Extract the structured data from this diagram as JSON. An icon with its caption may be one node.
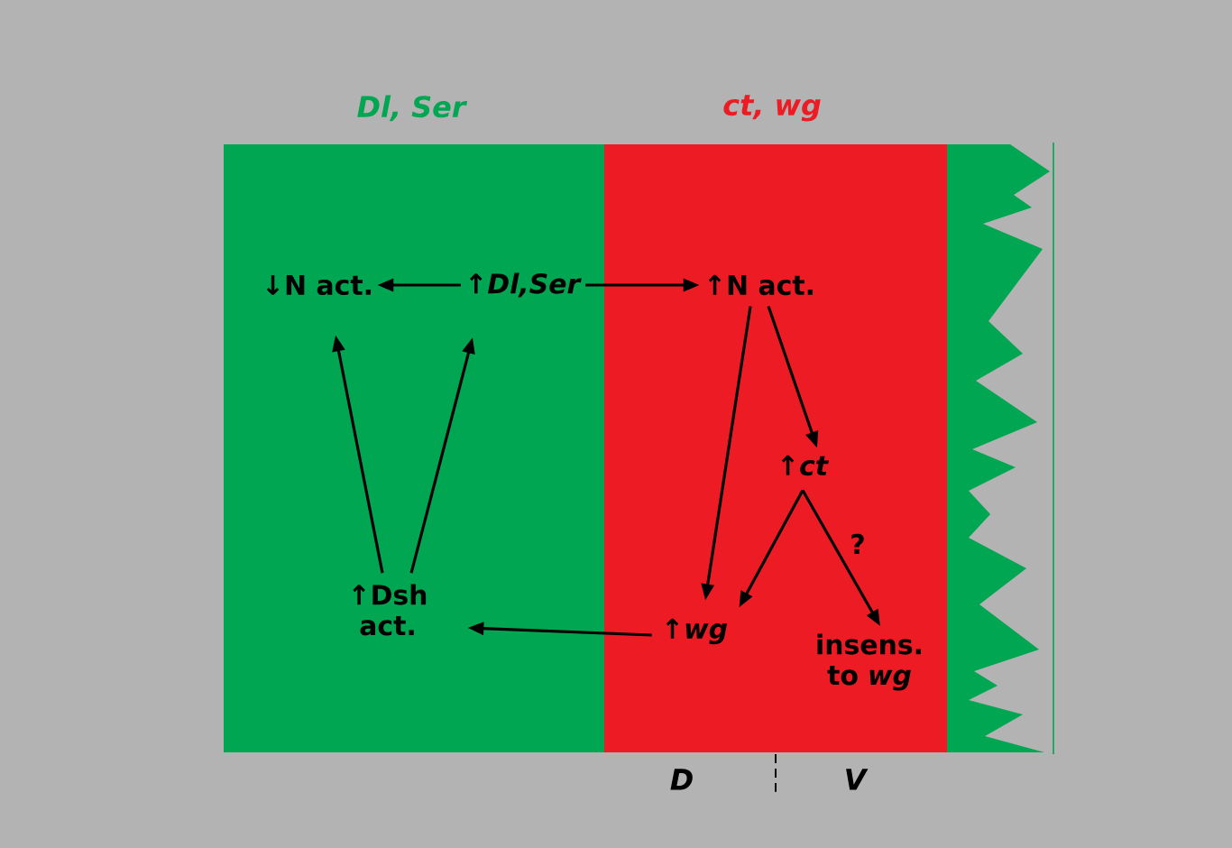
{
  "diagram": {
    "nodes": [
      {
        "text": [
          "↓N act."
        ]
      },
      {
        "text": [
          "↑*Dl,Ser*"
        ]
      },
      {
        "text": [
          "↑N act."
        ]
      },
      {
        "text": [
          "↑*ct*"
        ]
      },
      {
        "text": [
          "↑Dsh act."
        ]
      },
      {
        "text": [
          "↑*wg*"
        ]
      },
      {
        "text": [
          "insens. to *wg*"
        ]
      }
    ],
    "edges": [
      {
        "from": 1,
        "to": 0,
        "arrow": "to"
      },
      {
        "from": 1,
        "to": 2,
        "arrow": "to"
      },
      {
        "from": 4,
        "to": 0,
        "arrow": "to"
      },
      {
        "from": 4,
        "to": 1,
        "arrow": "to"
      },
      {
        "from": 2,
        "to": 5,
        "arrow": "to"
      },
      {
        "from": 2,
        "to": 3,
        "arrow": "to"
      },
      {
        "from": 3,
        "to": 5,
        "arrow": "to"
      },
      {
        "from": 3,
        "to": 6,
        "arrow": "to",
        "label": "?"
      },
      {
        "from": 5,
        "to": 4,
        "arrow": "to"
      }
    ],
    "labels": [
      "Dl, Ser",
      "ct, wg",
      "D",
      "V"
    ]
  }
}
